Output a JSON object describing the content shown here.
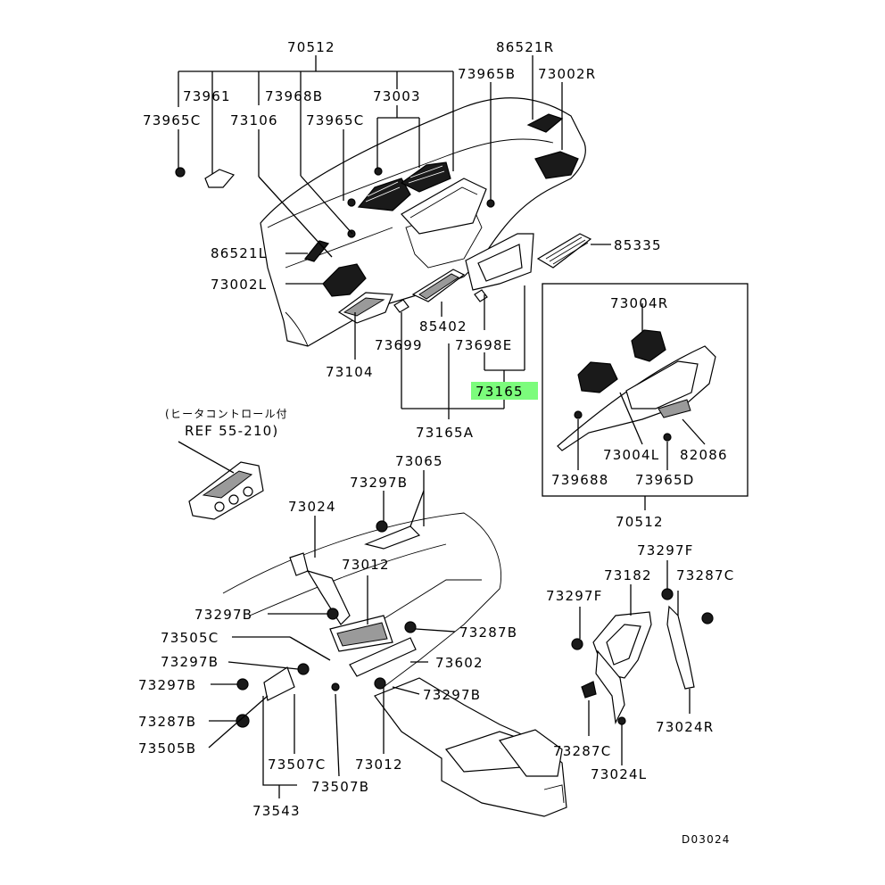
{
  "labels": {
    "p70512_top": "70512",
    "p86521R": "86521R",
    "p73965B": "73965B",
    "p73002R": "73002R",
    "p73961": "73961",
    "p73968B": "73968B",
    "p73003": "73003",
    "p73965C_a": "73965C",
    "p73106": "73106",
    "p73965C_b": "73965C",
    "p86521L": "86521L",
    "p73002L": "73002L",
    "p85335": "85335",
    "p85402": "85402",
    "p73699": "73699",
    "p73698E": "73698E",
    "p73104": "73104",
    "p73165": "73165",
    "p73165A": "73165A",
    "heater_note": "(ヒータコントロール付",
    "heater_ref": "REF 55-210)",
    "p73004R": "73004R",
    "p73004L": "73004L",
    "p82086": "82086",
    "p73968B_box": "739688",
    "p73965D": "73965D",
    "p70512_box": "70512",
    "p73065": "73065",
    "p73297B_a": "73297B",
    "p73024": "73024",
    "p73012_a": "73012",
    "p73297B_b": "73297B",
    "p73287B_a": "73287B",
    "p73505C": "73505C",
    "p73297B_c": "73297B",
    "p73602": "73602",
    "p73297B_d": "73297B",
    "p73297B_e": "73297B",
    "p73287B_b": "73287B",
    "p73505B": "73505B",
    "p73507C": "73507C",
    "p73012_b": "73012",
    "p73507B": "73507B",
    "p73543": "73543",
    "p73297F_a": "73297F",
    "p73182": "73182",
    "p73287C_a": "73287C",
    "p73297F_b": "73297F",
    "p73024R": "73024R",
    "p73287C_b": "73287C",
    "p73024L": "73024L",
    "diagram_code": "D03024"
  },
  "highlight": {
    "part": "73165",
    "color": "#7CFC7C"
  }
}
